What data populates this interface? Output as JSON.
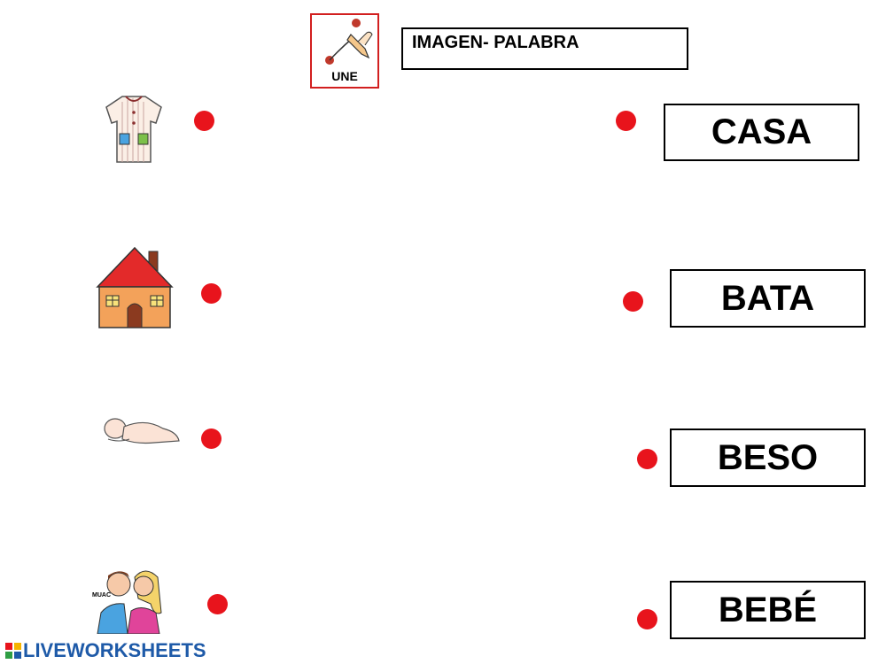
{
  "header": {
    "une_label": "UNE",
    "title": "IMAGEN- PALABRA"
  },
  "images": [
    {
      "name": "bata",
      "icon": "robe-icon"
    },
    {
      "name": "casa",
      "icon": "house-icon"
    },
    {
      "name": "bebe",
      "icon": "baby-icon"
    },
    {
      "name": "beso",
      "icon": "kiss-icon",
      "caption": "MUAC"
    }
  ],
  "words": [
    "CASA",
    "BATA",
    "BESO",
    "BEBÉ"
  ],
  "footer": {
    "brand": "LIVEWORKSHEETS"
  },
  "colors": {
    "dot": "#e8141c",
    "badge_border": "#d21f1f",
    "brand": "#1e5aa8"
  }
}
